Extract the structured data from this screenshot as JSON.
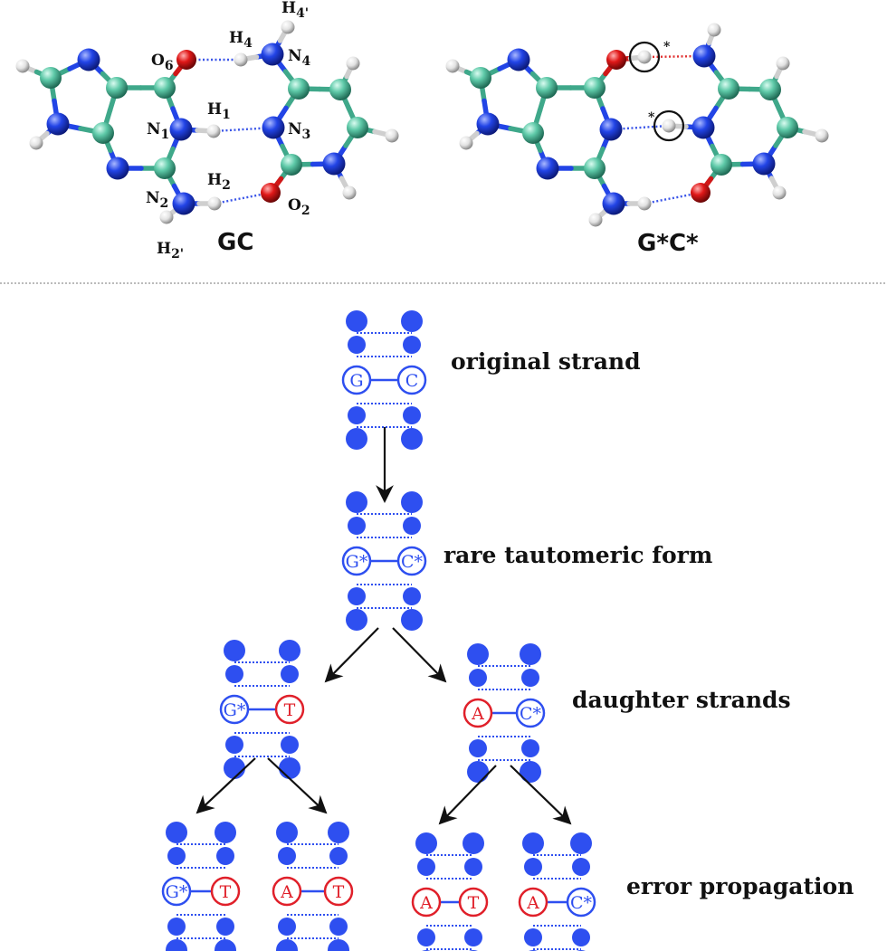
{
  "colors": {
    "strand_blue": "#2e4ff0",
    "mismatch_red": "#e0202a",
    "carbon_teal": "#5ec9a8",
    "nitrogen_blue": "#2244e6",
    "oxygen_red": "#e01818",
    "hydrogen_white": "#e8e8e8",
    "arrow_black": "#111111"
  },
  "molecules": {
    "gc": {
      "title": "GC",
      "atoms": {
        "O6": {
          "main": "O",
          "sub": "6"
        },
        "H4": {
          "main": "H",
          "sub": "4"
        },
        "H4p": {
          "main": "H",
          "sub": "4'"
        },
        "N4": {
          "main": "N",
          "sub": "4"
        },
        "N1": {
          "main": "N",
          "sub": "1"
        },
        "H1": {
          "main": "H",
          "sub": "1"
        },
        "N3": {
          "main": "N",
          "sub": "3"
        },
        "N2": {
          "main": "N",
          "sub": "2"
        },
        "H2": {
          "main": "H",
          "sub": "2"
        },
        "O2": {
          "main": "O",
          "sub": "2"
        },
        "H2p": {
          "main": "H",
          "sub": "2'"
        }
      }
    },
    "gc_star": {
      "title": "G*C*",
      "markers": [
        "*",
        "*"
      ]
    }
  },
  "diagram": {
    "original": {
      "caption": "original strand",
      "left": "G",
      "right": "C"
    },
    "tautomer": {
      "caption": "rare tautomeric form",
      "left": "G*",
      "right": "C*"
    },
    "daughters": {
      "caption": "daughter strands",
      "left_pair": {
        "left": "G*",
        "right": "T"
      },
      "right_pair": {
        "left": "A",
        "right": "C*"
      }
    },
    "propagation": {
      "caption": "error propagation",
      "pairs": [
        {
          "left": "G*",
          "right": "T"
        },
        {
          "left": "A",
          "right": "T"
        },
        {
          "left": "A",
          "right": "T"
        },
        {
          "left": "A",
          "right": "C*"
        }
      ]
    }
  }
}
